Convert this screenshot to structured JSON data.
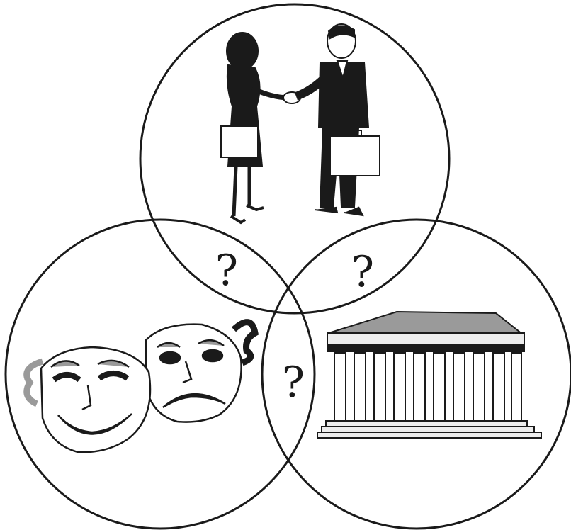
{
  "diagram": {
    "type": "venn-three-circles",
    "circles": [
      {
        "topic": "business",
        "icon": "handshake-businesspeople-icon"
      },
      {
        "topic": "theatre",
        "icon": "comedy-tragedy-masks-icon"
      },
      {
        "topic": "classical-architecture",
        "icon": "greek-temple-icon"
      }
    ],
    "marks": {
      "top_left_overlap": "?",
      "top_right_overlap": "?",
      "bottom_overlap": "?"
    }
  },
  "colors": {
    "ink": "#1a1a1a",
    "paper": "#ffffff",
    "shade": "#9a9a9a",
    "light": "#ededed"
  }
}
